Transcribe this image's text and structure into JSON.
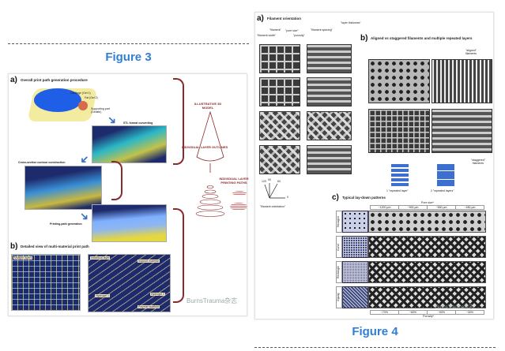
{
  "figure3": {
    "caption": "Figure 3",
    "panel_a": {
      "label": "a)",
      "title": "Overall print path generation procedure",
      "model_labels": [
        "Cartilage (Gel 1)",
        "Fat (Gel 2)",
        "Supporting part (Gelatin)"
      ],
      "steps": [
        "STL format converting",
        "Cross-section contour construction",
        "Printing-path generation"
      ],
      "diagram_labels": [
        "ILLUSTRATIVE 3D MODEL",
        "INDIVIDUAL LAYER OUTLINES",
        "INDIVIDUAL LAYER PRINTING PATHS"
      ]
    },
    "panel_b": {
      "label": "b)",
      "title": "Detailed view of multi-material print path",
      "tags_left": [
        "Multiple layers"
      ],
      "tags_right": [
        "Individual layer",
        "Support material",
        "Hydrogel 1",
        "Hydrogel 2",
        "Polymer scaffold"
      ]
    },
    "watermark": "BurnsTrauma杂志"
  },
  "figure4": {
    "caption": "Figure 4",
    "panel_a": {
      "label": "a)",
      "title": "Filament orientation",
      "annotations": [
        "\"filament width\"",
        "\"filament\"",
        "\"pore size\"",
        "\"porosity\"",
        "\"filament spacing\"",
        "\"layer thickness\""
      ],
      "angles": [
        "120",
        "90",
        "60",
        "0"
      ],
      "axis_caption": "\"filament orientation\""
    },
    "panel_b": {
      "label": "b)",
      "title": "Aligned vs staggered filaments and multiple repeated layers",
      "annotations": [
        "\"aligned\" filaments",
        "\"staggered\" filaments"
      ],
      "schematics": [
        "1 \"repeated layer\"",
        "2 \"repeated layers\""
      ]
    },
    "panel_c": {
      "label": "c)",
      "title": "Typical lay-down patterns",
      "column_header": "Pore size*",
      "pore_sizes": [
        "~1200 µm",
        "~900 µm",
        "~550 µm",
        "~450 µm"
      ],
      "patterns": [
        "Hexagon",
        "Curve",
        "Rectangle",
        "Zigzag"
      ],
      "row_header": "Porosity*",
      "porosities": [
        "~70%",
        "~60%",
        "~50%",
        "~30%"
      ]
    },
    "watermark": "BurnsTrauma杂志"
  },
  "colors": {
    "caption": "#2f7fd6",
    "diagram": "#8b2a2a",
    "panel_bg": "#1d2a6b"
  }
}
